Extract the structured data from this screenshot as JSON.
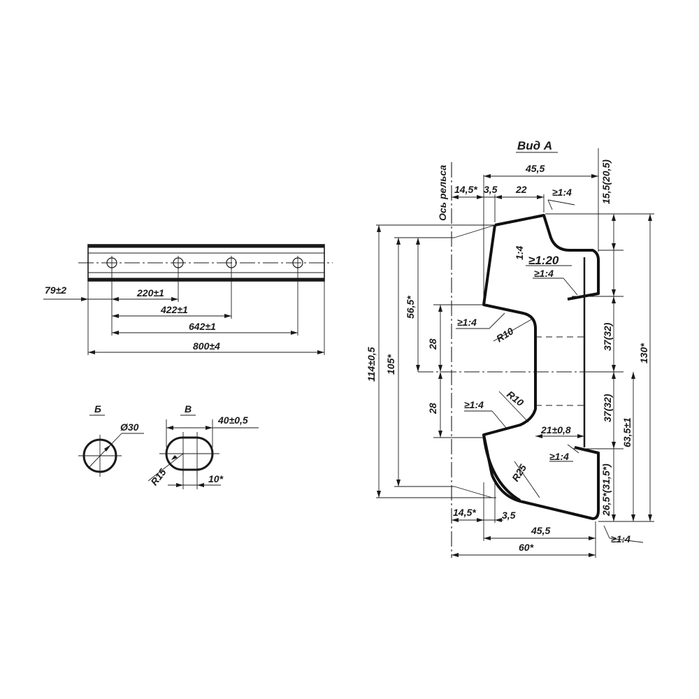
{
  "view_a": {
    "title": "Вид А",
    "rail_axis": "Ось рельса",
    "dims": {
      "top_45_5": "45,5",
      "top_14_5": "14,5*",
      "top_3_5": "3,5",
      "top_22": "22",
      "slope_top": "≥1:4",
      "right_15_5": "15,5(20,5)",
      "slope_1_4_vert": "1:4",
      "slope_1_20": "≥1:20",
      "slope_mid_right": "≥1:4",
      "slope_left_upper": "≥1:4",
      "r10_upper": "R10",
      "r10_lower": "R10",
      "slope_left_lower": "≥1:4",
      "dim_56_5": "56,5*",
      "dim_28_upper": "28",
      "dim_28_lower": "28",
      "dim_114": "114±0,5",
      "dim_105": "105*",
      "dim_37_upper": "37(32)",
      "dim_37_lower": "37(32)",
      "dim_21": "21±0,8",
      "dim_63_5": "63,5±1",
      "dim_130": "130*",
      "dim_26_5": "26,5*(31,5*)",
      "r25": "R25",
      "slope_r25": "≥1:4",
      "bot_14_5": "14,5*",
      "bot_3_5": "3,5",
      "bot_45_5": "45,5",
      "bot_60": "60*",
      "slope_bottom": "≥1:4"
    }
  },
  "bar": {
    "dim_79": "79±2",
    "dim_220": "220±1",
    "dim_422": "422±1",
    "dim_642": "642±1",
    "dim_800": "800±4"
  },
  "detail_b": {
    "label": "Б",
    "diameter": "Ø30"
  },
  "detail_v": {
    "label": "В",
    "width": "40±0,5",
    "radius": "R15",
    "gap": "10*"
  }
}
